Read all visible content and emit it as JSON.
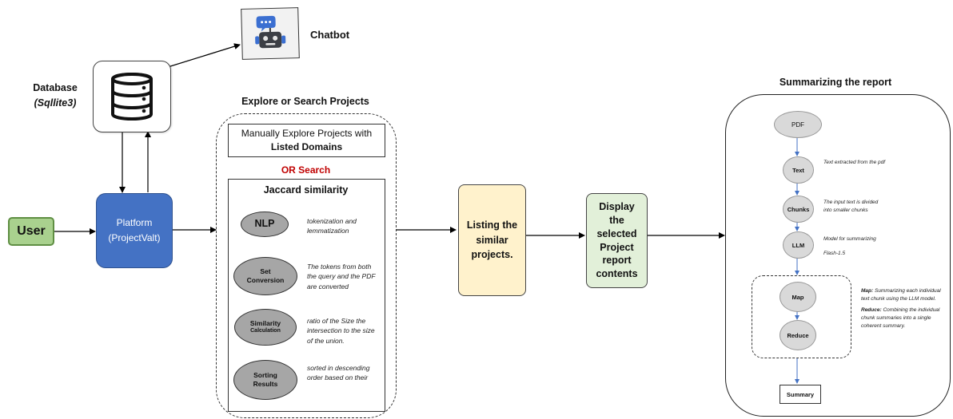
{
  "user": {
    "label": "User"
  },
  "platform": {
    "line1": "Platform",
    "line2": "(ProjectValt)"
  },
  "database": {
    "title": "Database",
    "subtitle": "(Sqllite3)"
  },
  "chatbot": {
    "label": "Chatbot"
  },
  "explore": {
    "title": "Explore or Search Projects",
    "manual_line1": "Manually Explore Projects with",
    "manual_line2": "Listed Domains",
    "or_search": "OR Search",
    "jaccard_title": "Jaccard similarity",
    "steps": [
      {
        "label": "NLP",
        "note": "tokenization and lemmatization"
      },
      {
        "label_line1": "Set",
        "label_line2": "Conversion",
        "note": "The tokens from both the query and the PDF are converted"
      },
      {
        "label_line1": "Similarity",
        "label_line2": "Calculation",
        "note": "ratio of the Size the intersection to the size of the union."
      },
      {
        "label_line1": "Sorting",
        "label_line2": "Results",
        "note": "sorted in descending order based on their"
      }
    ]
  },
  "listing": {
    "line1": "Listing the",
    "line2": "similar",
    "line3": "projects."
  },
  "display": {
    "line1": "Display",
    "line2": "the",
    "line3": "selected",
    "line4": "Project",
    "line5": "report",
    "line6": "contents"
  },
  "summary": {
    "title": "Summarizing the report",
    "pdf": "PDF",
    "text": "Text",
    "text_note": "Text extracted from the pdf",
    "chunks": "Chunks",
    "chunks_note": "The input text is divided into smaller chunks",
    "llm": "LLM",
    "llm_note": "Model for summarizing",
    "llm_model": "Flash-1.5",
    "map": "Map",
    "reduce": "Reduce",
    "map_label": "Map:",
    "map_note": "Summarizing each individual text chunk using the LLM model.",
    "reduce_label": "Reduce:",
    "reduce_note": "Combining the individual chunk summaries into a single coherent summary.",
    "summary_box": "Summary"
  },
  "colors": {
    "user_fill": "#a9d18e",
    "platform_fill": "#4472c4",
    "listing_fill": "#fff2cc",
    "display_fill": "#e2f0d9",
    "or_search": "#c00000",
    "flow_arrow": "#4472c4"
  },
  "icons": [
    "database-icon",
    "robot-icon"
  ]
}
